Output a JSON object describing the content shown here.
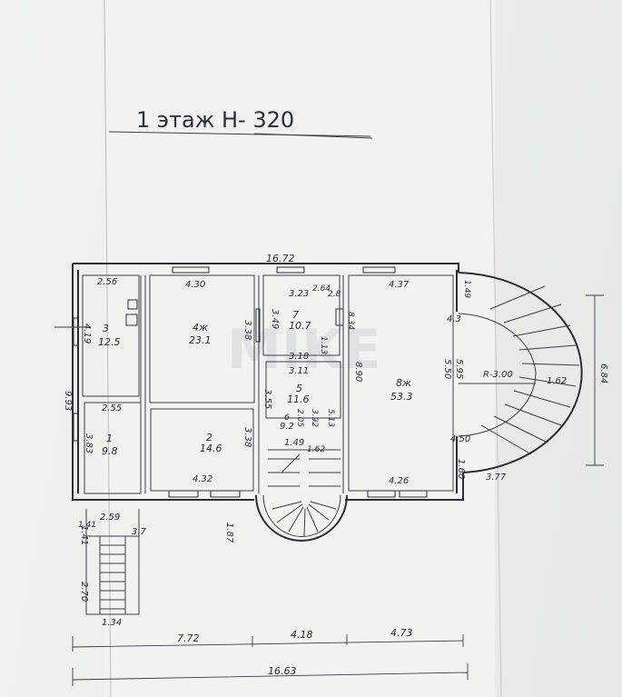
{
  "title": "1 этаж Н- 320",
  "dimensions": {
    "overall_top": "16.72",
    "overall_bottom": "16.63",
    "bottom_segments": [
      "7.72",
      "4.18",
      "4.73"
    ],
    "left_height": "9.93",
    "right_height": "6.84",
    "radius": "R-3.00",
    "porch_width": "1.34",
    "porch_length": "2.70",
    "porch_offset": "1.41",
    "misc": [
      "2.59",
      "3.7",
      "1.62",
      "3.11",
      "1.87",
      "4.50",
      "1.60",
      "5.50",
      "5.95",
      "2.8",
      "1.13"
    ]
  },
  "rooms": [
    {
      "id": "3",
      "area": "12.5",
      "dims": [
        "2.56",
        "4.19"
      ]
    },
    {
      "id": "1",
      "area": "9.8",
      "dims": [
        "2.55",
        "3.83"
      ]
    },
    {
      "id": "4ж",
      "area": "23.1",
      "dims": [
        "4.30",
        "3.38"
      ]
    },
    {
      "id": "2",
      "area": "14.6",
      "dims": [
        "4.32",
        "3.38"
      ]
    },
    {
      "id": "7",
      "area": "10.7",
      "dims": [
        "3.23",
        "3.49"
      ]
    },
    {
      "id": "5",
      "area": "11.6",
      "dims": [
        "3.11",
        "3.55"
      ]
    },
    {
      "id": "6",
      "area": "9.2",
      "dims": [
        "1.49",
        "3.92"
      ]
    },
    {
      "id": "8ж",
      "area": "53.3",
      "dims": [
        "4.37",
        "8.90"
      ]
    }
  ],
  "labels": {
    "corridor_w": "3.18",
    "corridor_w2": "3.11",
    "r6_a": "2.05",
    "r6_b": "5.13",
    "r8_bottom": "4.26",
    "r7_small": "2.64",
    "r7_side": "8.34",
    "stair_top": "1.49",
    "stair_right": "1.62",
    "right_ext": "3.77",
    "arc_a": "4.3",
    "arc_b": "1.49",
    "left_small": "1.41"
  },
  "watermark": "MIKE"
}
